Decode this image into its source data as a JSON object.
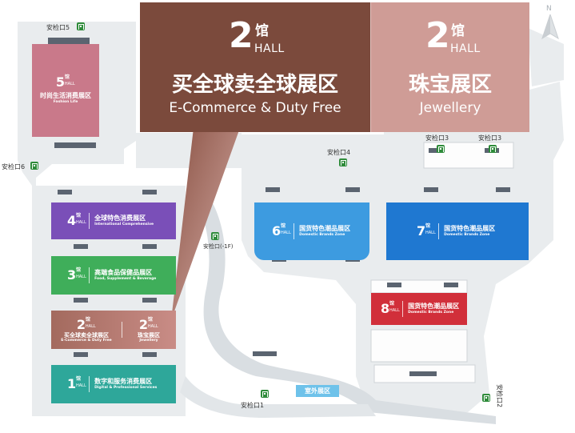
{
  "callout": {
    "left": {
      "num": "2",
      "guan": "馆",
      "hall": "HALL",
      "zh": "买全球卖全球展区",
      "en": "E-Commerce & Duty Free"
    },
    "right": {
      "num": "2",
      "guan": "馆",
      "hall": "HALL",
      "zh": "珠宝展区",
      "en": "Jewellery"
    }
  },
  "halls": {
    "h5": {
      "num": "5",
      "guan": "馆",
      "hall": "HALL",
      "zh": "时尚生活消费展区",
      "en": "Fashion Life",
      "color": "#c9798a"
    },
    "h4": {
      "num": "4",
      "guan": "馆",
      "hall": "HALL",
      "zh": "全球特色消费展区",
      "en": "International Comprehensive",
      "color": "#7a4fb8"
    },
    "h3": {
      "num": "3",
      "guan": "馆",
      "hall": "HALL",
      "zh": "高端食品保健品展区",
      "en": "Food, Supplement & Beverage",
      "color": "#3fae5a"
    },
    "h2a": {
      "num": "2",
      "guan": "馆",
      "hall": "HALL",
      "zh": "买全球卖全球展区",
      "en": "E-Commerce & Duty Free",
      "color": "#b27466"
    },
    "h2b": {
      "num": "2",
      "guan": "馆",
      "hall": "HALL",
      "zh": "珠宝展区",
      "en": "Jewellery"
    },
    "h1": {
      "num": "1",
      "guan": "馆",
      "hall": "HALL",
      "zh": "数字和服务消费展区",
      "en": "Digital & Professional Services",
      "color": "#2ea79a"
    },
    "h6": {
      "num": "6",
      "guan": "馆",
      "hall": "HALL",
      "zh": "国货特色潮品展区",
      "en": "Domestic Brands Zone",
      "color": "#3d9be0"
    },
    "h7": {
      "num": "7",
      "guan": "馆",
      "hall": "HALL",
      "zh": "国货特色潮品展区",
      "en": "Domestic Brands Zone",
      "color": "#1f78d1"
    },
    "h8": {
      "num": "8",
      "guan": "馆",
      "hall": "HALL",
      "zh": "国货特色潮品展区",
      "en": "Domestic Brands Zone",
      "color": "#d12f3a"
    }
  },
  "labels": {
    "exit5": "安检口5",
    "exit6": "安检口6",
    "exit4": "安检口4",
    "exit3a": "安检口3",
    "exit3b": "安检口3",
    "exit_b1": "安检口(-1F)",
    "exit1": "安检口1",
    "exit2": "安检口2",
    "outdoor": "室外展区",
    "north": "N"
  },
  "colors": {
    "callout_dark": "#7b4a3c",
    "callout_light": "#cf9c96",
    "floor": "#e9ecee",
    "exit": "#2e8b3a"
  }
}
